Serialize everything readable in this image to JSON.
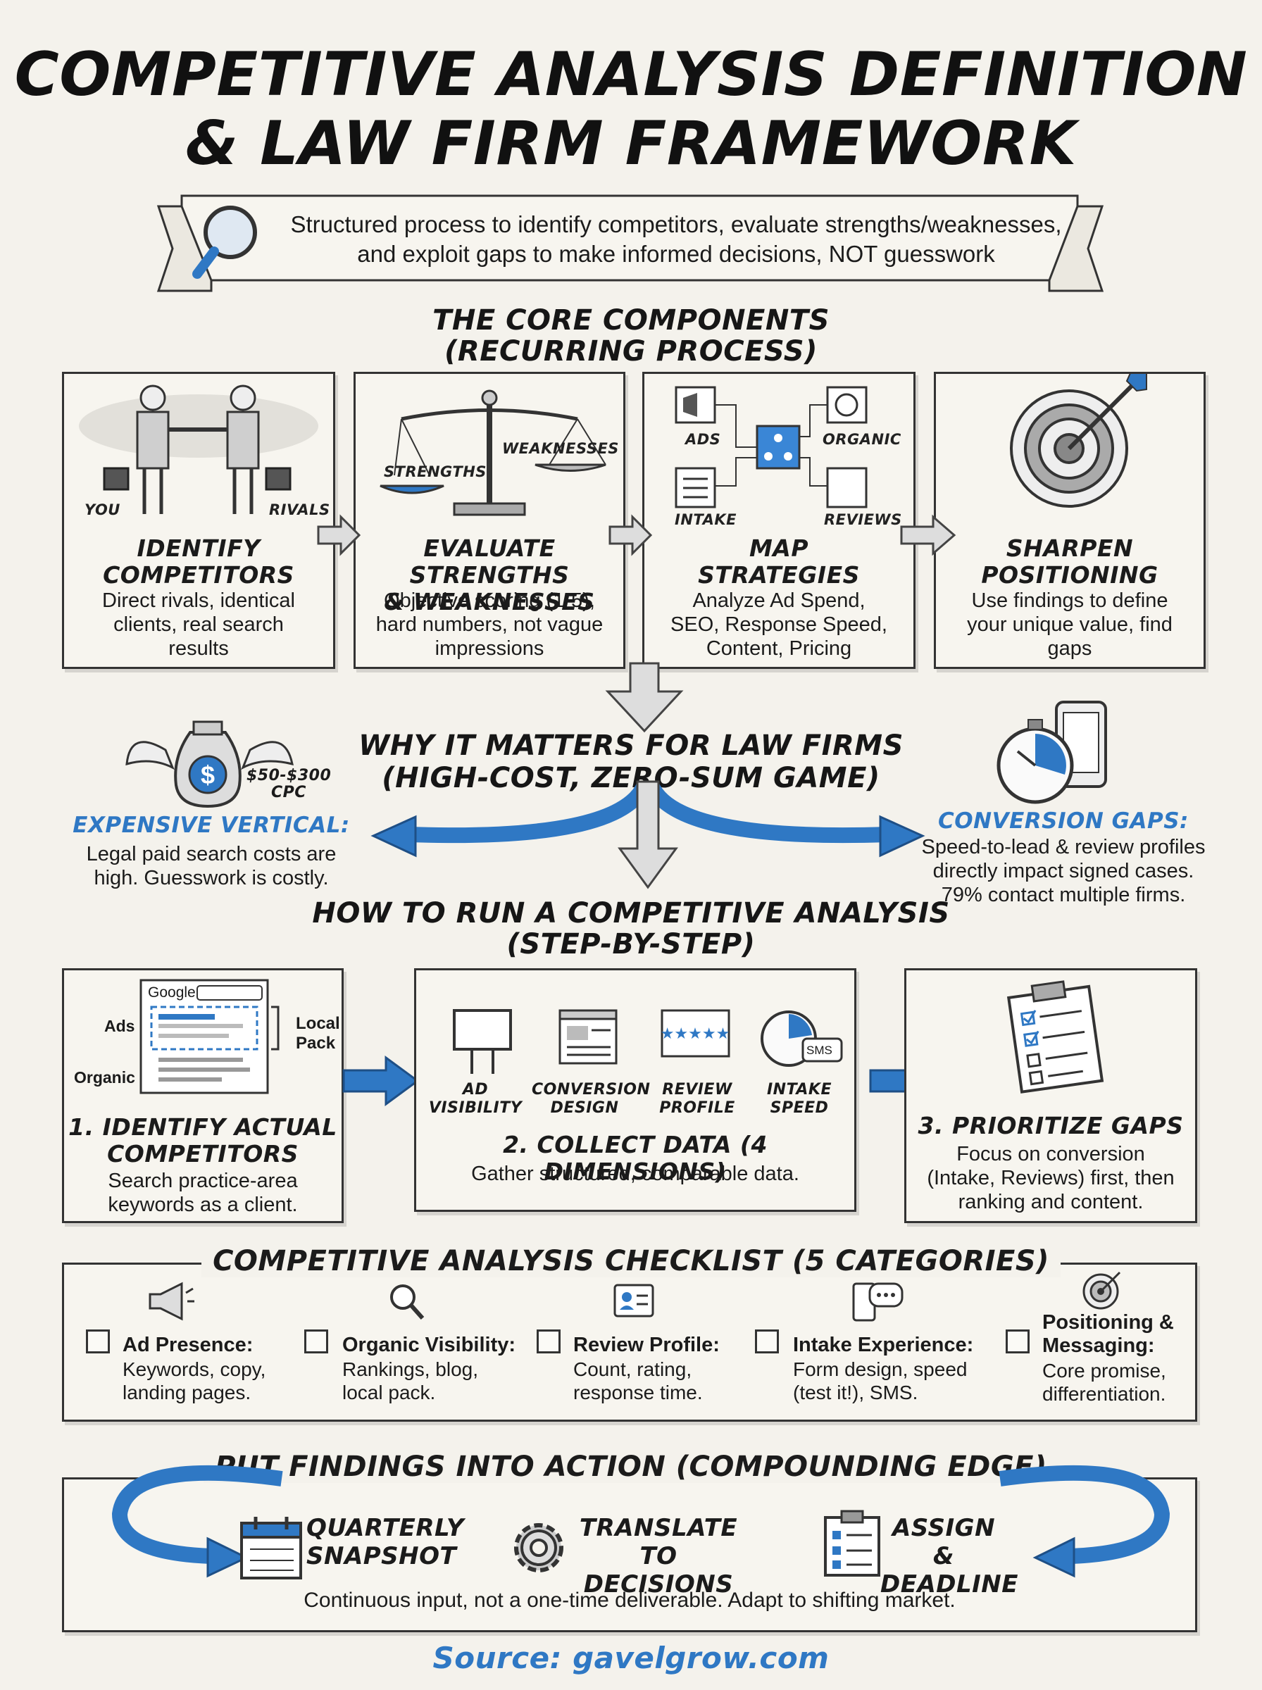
{
  "title": {
    "line1": "COMPETITIVE ANALYSIS DEFINITION",
    "line2": "& LAW FIRM FRAMEWORK"
  },
  "definition": {
    "line1": "Structured process to identify competitors, evaluate strengths/weaknesses,",
    "line2": "and exploit gaps to make informed decisions, NOT guesswork",
    "icon": "magnifying-glass-icon"
  },
  "core": {
    "heading1": "THE CORE COMPONENTS",
    "heading2": "(RECURRING PROCESS)",
    "items": [
      {
        "title1": "IDENTIFY",
        "title2": "COMPETITORS",
        "desc1": "Direct rivals, identical",
        "desc2": "clients, real search",
        "desc3": "results",
        "label_a": "YOU",
        "label_b": "RIVALS",
        "icon": "handshake-icon"
      },
      {
        "title1": "EVALUATE STRENGTHS",
        "title2": "& WEAKNESSES",
        "desc1": "Objective scoring (1-5),",
        "desc2": "hard numbers, not vague",
        "desc3": "impressions",
        "label_a": "STRENGTHS",
        "label_b": "WEAKNESSES",
        "icon": "scale-icon"
      },
      {
        "title1": "MAP",
        "title2": "STRATEGIES",
        "desc1": "Analyze Ad Spend,",
        "desc2": "SEO, Response Speed,",
        "desc3": "Content, Pricing",
        "label_a": "ADS",
        "label_b": "ORGANIC",
        "label_c": "INTAKE",
        "label_d": "REVIEWS",
        "icon": "strategy-map-icon"
      },
      {
        "title1": "SHARPEN",
        "title2": "POSITIONING",
        "desc1": "Use findings to define",
        "desc2": "your unique value, find",
        "desc3": "gaps",
        "icon": "target-arrow-icon"
      }
    ]
  },
  "why": {
    "heading1": "WHY IT MATTERS FOR LAW FIRMS",
    "heading2": "(HIGH-COST, ZERO-SUM GAME)",
    "left": {
      "price1": "$50-$300",
      "price2": "CPC",
      "title": "EXPENSIVE VERTICAL:",
      "desc1": "Legal paid search costs are",
      "desc2": "high. Guesswork is costly.",
      "icon": "money-bag-wings-icon"
    },
    "right": {
      "title": "CONVERSION GAPS:",
      "desc1": "Speed-to-lead & review profiles",
      "desc2": "directly impact signed cases.",
      "desc3": "79% contact multiple firms.",
      "icon": "stopwatch-phone-icon"
    }
  },
  "howto": {
    "heading1": "HOW TO RUN A COMPETITIVE ANALYSIS",
    "heading2": "(STEP-BY-STEP)",
    "step1": {
      "google": "Google",
      "ads": "Ads",
      "organic": "Organic",
      "local1": "Local",
      "local2": "Pack",
      "title1": "1. IDENTIFY ACTUAL",
      "title2": "COMPETITORS",
      "desc1": "Search practice-area",
      "desc2": "keywords as a client."
    },
    "step2": {
      "dims": [
        {
          "l1": "AD",
          "l2": "VISIBILITY",
          "icon": "billboard-icon"
        },
        {
          "l1": "CONVERSION",
          "l2": "DESIGN",
          "icon": "webpage-icon"
        },
        {
          "l1": "REVIEW",
          "l2": "PROFILE",
          "icon": "star-rating-icon"
        },
        {
          "l1": "INTAKE",
          "l2": "SPEED",
          "icon": "timer-sms-icon"
        }
      ],
      "sms": "SMS",
      "title": "2. COLLECT DATA (4 DIMENSIONS)",
      "desc": "Gather structured, comparable data."
    },
    "step3": {
      "title": "3. PRIORITIZE GAPS",
      "desc1": "Focus on conversion",
      "desc2": "(Intake, Reviews) first, then",
      "desc3": "ranking and content.",
      "icon": "clipboard-checklist-icon"
    }
  },
  "checklist": {
    "heading": "COMPETITIVE ANALYSIS CHECKLIST (5 CATEGORIES)",
    "items": [
      {
        "title": "Ad Presence:",
        "d1": "Keywords, copy,",
        "d2": "landing pages.",
        "icon": "megaphone-icon"
      },
      {
        "title": "Organic Visibility:",
        "d1": "Rankings, blog,",
        "d2": "local pack.",
        "icon": "search-icon"
      },
      {
        "title": "Review Profile:",
        "d1": "Count, rating,",
        "d2": "response time.",
        "icon": "profile-card-icon"
      },
      {
        "title": "Intake Experience:",
        "d1": "Form design, speed",
        "d2": "(test it!), SMS.",
        "icon": "phone-chat-icon"
      },
      {
        "title1": "Positioning &",
        "title2": "Messaging:",
        "d1": "Core promise,",
        "d2": "differentiation.",
        "icon": "target-icon"
      }
    ]
  },
  "action": {
    "heading": "PUT FINDINGS INTO ACTION (COMPOUNDING EDGE)",
    "items": [
      {
        "l1": "QUARTERLY",
        "l2": "SNAPSHOT",
        "icon": "calendar-icon"
      },
      {
        "l1": "TRANSLATE TO",
        "l2": "DECISIONS",
        "icon": "gear-icon"
      },
      {
        "l1": "ASSIGN &",
        "l2": "DEADLINE",
        "icon": "task-clipboard-icon"
      }
    ],
    "footer": "Continuous input, not a one-time deliverable. Adapt to shifting market."
  },
  "source": "Source: gavelgrow.com",
  "colors": {
    "accent": "#2f78c4",
    "ink": "#1b1b1b",
    "paper": "#f4f2ec"
  }
}
